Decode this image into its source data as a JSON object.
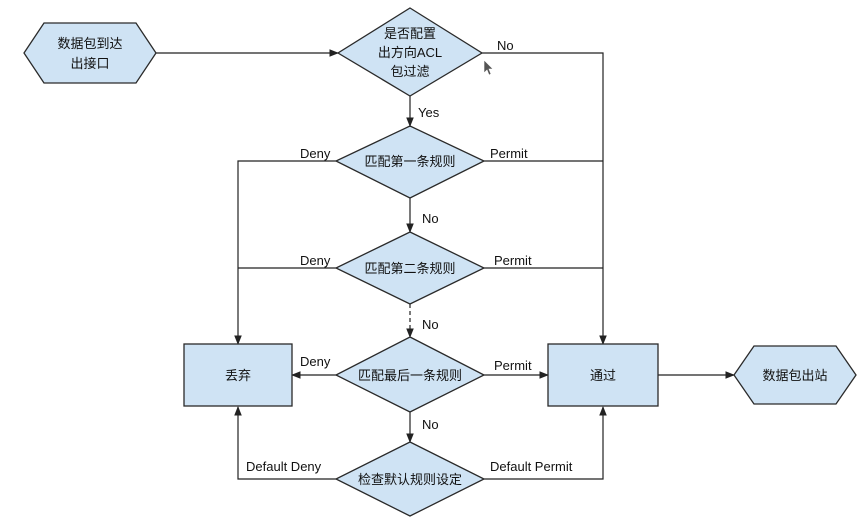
{
  "diagram": {
    "nodes": {
      "packet_arrive": [
        "数据包到达",
        "出接口"
      ],
      "check_acl": [
        "是否配置",
        "出方向ACL",
        "包过滤"
      ],
      "match_rule1": [
        "匹配第一条规则"
      ],
      "match_rule2": [
        "匹配第二条规则"
      ],
      "match_last": [
        "匹配最后一条规则"
      ],
      "check_default": [
        "检查默认规则设定"
      ],
      "discard": [
        "丢弃"
      ],
      "pass": [
        "通过"
      ],
      "packet_out": [
        "数据包出站"
      ]
    },
    "edges": {
      "no_acl": "No",
      "yes_acl": "Yes",
      "deny1": "Deny",
      "permit1": "Permit",
      "no1": "No",
      "deny2": "Deny",
      "permit2": "Permit",
      "no2": "No",
      "deny_last": "Deny",
      "permit_last": "Permit",
      "no_last": "No",
      "default_deny": "Default Deny",
      "default_permit": "Default Permit"
    }
  }
}
